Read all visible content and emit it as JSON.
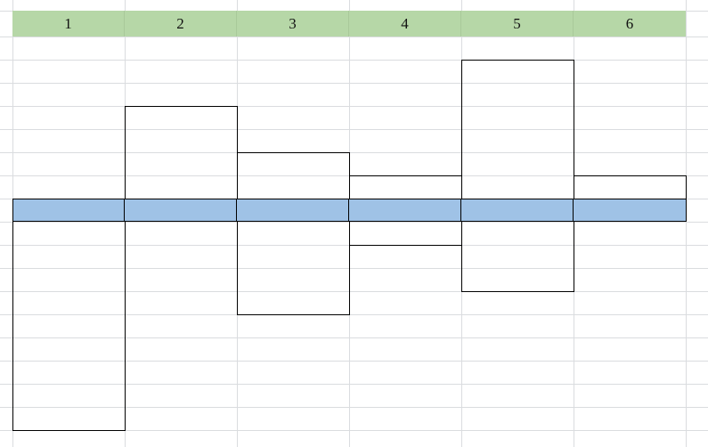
{
  "columns": [
    {
      "label": "1"
    },
    {
      "label": "2"
    },
    {
      "label": "3"
    },
    {
      "label": "4"
    },
    {
      "label": "5"
    },
    {
      "label": "6"
    }
  ],
  "colors": {
    "header_fill": "#b6d7a7",
    "band_fill": "#9fc2e6",
    "bar_outline": "#000000",
    "gridline": "#dadcdf"
  }
}
